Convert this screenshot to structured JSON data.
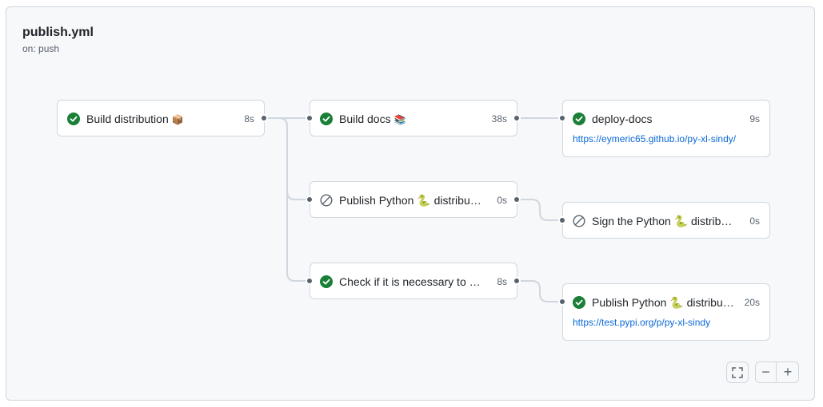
{
  "workflow": {
    "file_name": "publish.yml",
    "trigger": "on: push"
  },
  "jobs": [
    {
      "id": "build-distribution",
      "name": "Build distribution",
      "emoji": "📦",
      "duration": "8s",
      "status": "success"
    },
    {
      "id": "build-docs",
      "name": "Build docs",
      "emoji": "📚",
      "duration": "38s",
      "status": "success"
    },
    {
      "id": "deploy-docs",
      "name": "deploy-docs",
      "emoji": "",
      "duration": "9s",
      "status": "success",
      "link": "https://eymeric65.github.io/py-xl-sindy/"
    },
    {
      "id": "publish-python",
      "name": "Publish Python 🐍 distribut…",
      "emoji": "",
      "duration": "0s",
      "status": "skipped"
    },
    {
      "id": "sign-python",
      "name": "Sign the Python 🐍 distribu…",
      "emoji": "",
      "duration": "0s",
      "status": "skipped"
    },
    {
      "id": "check-necessary",
      "name": "Check if it is necessary to e…",
      "emoji": "",
      "duration": "8s",
      "status": "success"
    },
    {
      "id": "publish-test-pypi",
      "name": "Publish Python 🐍 distribu…",
      "emoji": "",
      "duration": "20s",
      "status": "success",
      "link": "https://test.pypi.org/p/py-xl-sindy"
    }
  ],
  "controls": {
    "fullscreen_icon": "fullscreen-icon",
    "zoom_out_label": "−",
    "zoom_in_label": "+"
  },
  "colors": {
    "success": "#1a7f37",
    "skipped": "#59636e",
    "link": "#0969da",
    "edge": "#d0d7de"
  }
}
